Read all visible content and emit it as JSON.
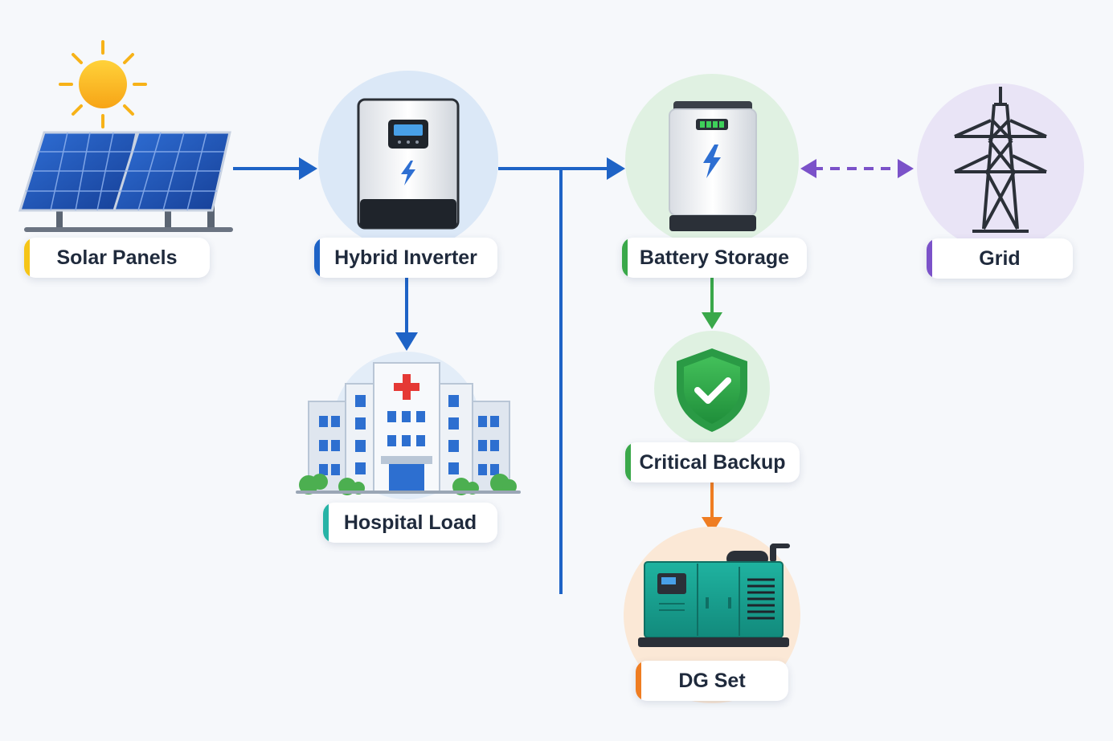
{
  "nodes": {
    "solar": {
      "label": "Solar Panels",
      "accent": "#f5c518"
    },
    "inverter": {
      "label": "Hybrid Inverter",
      "accent": "#1e63c6"
    },
    "battery": {
      "label": "Battery Storage",
      "accent": "#3aa84a"
    },
    "grid": {
      "label": "Grid",
      "accent": "#7b52c9"
    },
    "hospital": {
      "label": "Hospital Load",
      "accent": "#26b3a6"
    },
    "backup": {
      "label": "Critical Backup",
      "accent": "#3aa84a"
    },
    "dg": {
      "label": "DG Set",
      "accent": "#ef7d22"
    }
  },
  "colors": {
    "flow_blue": "#1e63c6",
    "flow_green": "#3aa84a",
    "flow_purple": "#7b52c9",
    "flow_orange": "#ef7d22",
    "background": "#f6f8fb"
  }
}
